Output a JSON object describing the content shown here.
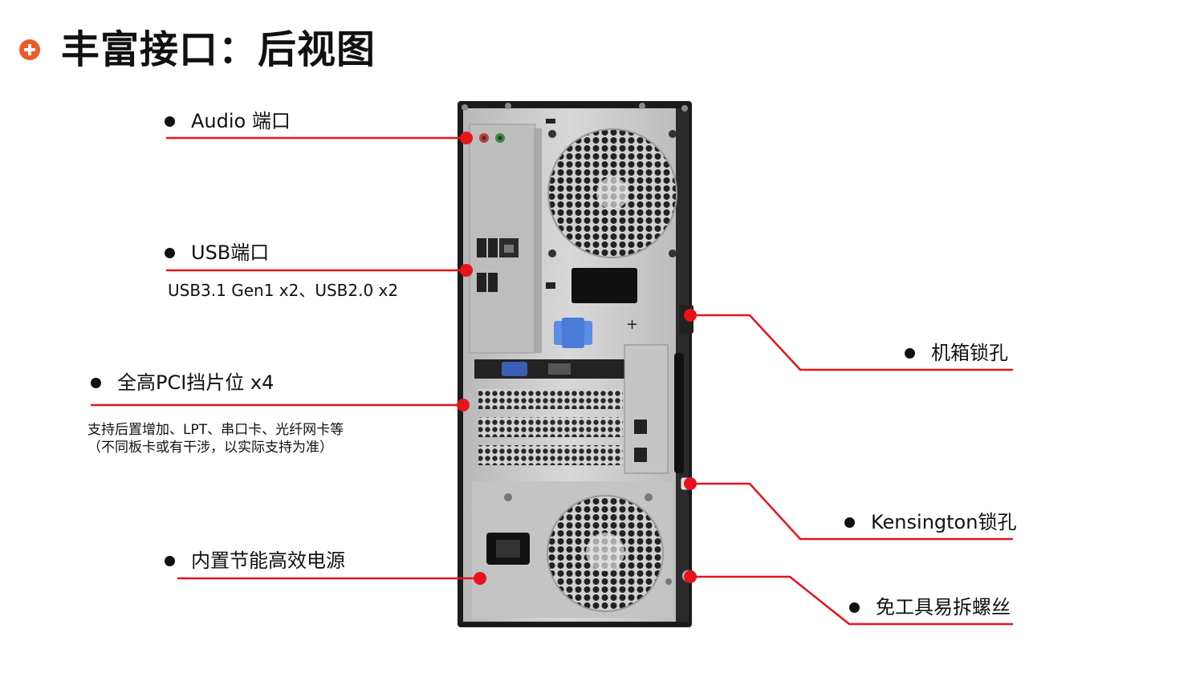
{
  "page": {
    "title": "丰富接口：后视图"
  },
  "labels": {
    "audio": "Audio 端口",
    "usb": "USB端口",
    "usb_sub": "USB3.1 Gen1 x2、USB2.0 x2",
    "pci": "全高PCI挡片位 x4",
    "pci_sub_1": "支持后置增加、LPT、串口卡、光纤网卡等",
    "pci_sub_2": "（不同板卡或有干涉，以实际支持为准）",
    "psu": "内置节能高效电源",
    "chassis_lock": "机箱锁孔",
    "kensington": "Kensington锁孔",
    "screw": "免工具易拆螺丝"
  },
  "colors": {
    "accent": "#ef5a2a",
    "callout_line": "#e8121b",
    "case_body": "#1a1a1a",
    "panel": "#c9c9c9"
  }
}
